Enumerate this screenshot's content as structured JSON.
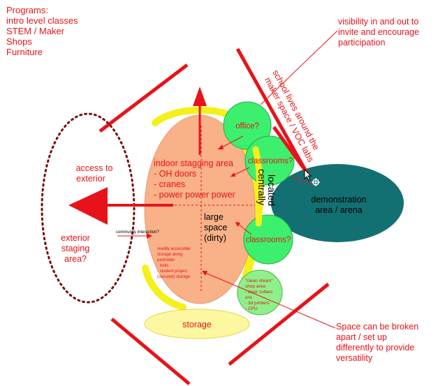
{
  "programs": {
    "heading": "Programs:",
    "items": [
      "intro level classes",
      "STEM / Maker",
      "Shops",
      "Furniture"
    ]
  },
  "visibility_note": [
    "visibility in and out to",
    "invite and encourage",
    "participation"
  ],
  "school_lives": [
    "school lives around the",
    "maker space / VOC labs"
  ],
  "office": "office?",
  "classrooms_top": "classrooms?",
  "classrooms_bottom": "classrooms?",
  "centrally_located": [
    "centrally",
    "located"
  ],
  "demonstration": [
    "demonstration",
    "area / arena"
  ],
  "indoor_staging": [
    "indoor stagging area",
    "- OH doors",
    "- cranes",
    "- power power power"
  ],
  "large_space": [
    "large",
    "space",
    "(dirty)"
  ],
  "access_exterior": [
    "access to",
    "exterior"
  ],
  "exterior_staging": [
    "exterior",
    "staging",
    "area?"
  ],
  "community_interaction": "community interaction?",
  "storage_notes": [
    "readily accessible",
    "storage along",
    "perimeter",
    "- tools",
    "- student project",
    "(secured) storage"
  ],
  "clean_steam": [
    "\"clean steam\"",
    "shop area",
    "- laser cutters",
    "cnc",
    "- 3d printers",
    "- CPU"
  ],
  "storage": "storage",
  "versatility_note": [
    "Space can be broken",
    "apart / set up",
    "differently to provide",
    "versatility"
  ],
  "colors": {
    "red": "#e8131a",
    "orange_fill": "#f9b187",
    "green_fill": "#3cf06e",
    "teal_fill": "#137072",
    "yellow_fill": "#fcf7a0",
    "highlight": "#f4f019",
    "dark_red": "#7a0a0a"
  }
}
